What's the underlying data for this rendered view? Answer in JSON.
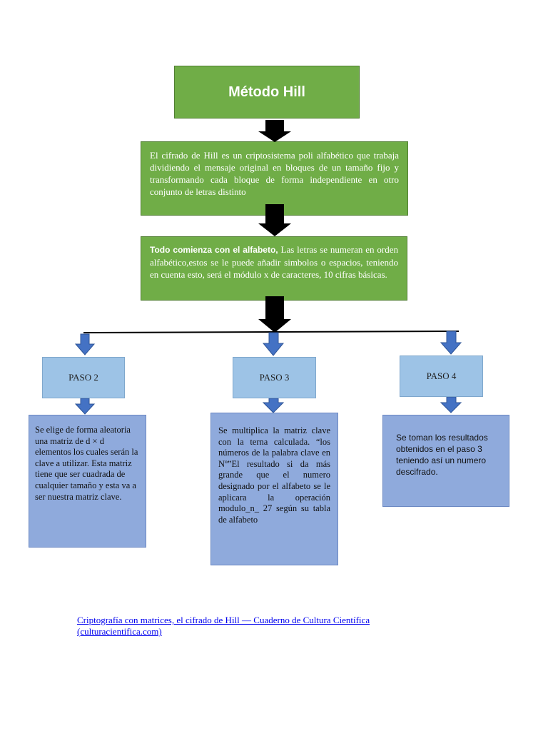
{
  "title": "Método Hill",
  "description": "El cifrado de Hill es un criptosistema poli alfabético que trabaja dividiendo el mensaje original en bloques de un tamaño fijo y transformando cada bloque de forma independiente en otro conjunto de letras distinto",
  "alphabet": {
    "lead": "Todo comienza con el alfabeto,",
    "text": " Las letras se numeran en orden alfabético,estos se le puede añadir simbolos o espacios, teniendo en cuenta esto, será el módulo x de caracteres, 10 cifras básicas."
  },
  "steps": [
    {
      "label": "PASO 2",
      "text": "Se elige de forma aleatoria una matriz de d × d elementos los cuales serán la  clave a utilizar. Esta matriz tiene que ser cuadrada de cualquier tamaño y esta va a ser nuestra matriz clave."
    },
    {
      "label": "PASO 3",
      "text": "Se multiplica la matriz clave con la terna calculada. “los números de la palabra clave en Nº”El resultado si da más grande que el numero designado por el alfabeto se le aplicara la operación modulo_n_ 27 según su tabla de alfabeto"
    },
    {
      "label": "PASO 4",
      "text": "Se toman los resultados obtenidos en el paso 3 teniendo así un numero descifrado."
    }
  ],
  "source": "Criptografía con matrices, el cifrado de Hill — Cuaderno de Cultura Científica (culturacientifica.com)",
  "colors": {
    "green": "#70ad47",
    "light_blue": "#9dc3e6",
    "mid_blue": "#8faadc",
    "arrow_black": "#000000",
    "arrow_blue": "#4472c4"
  }
}
